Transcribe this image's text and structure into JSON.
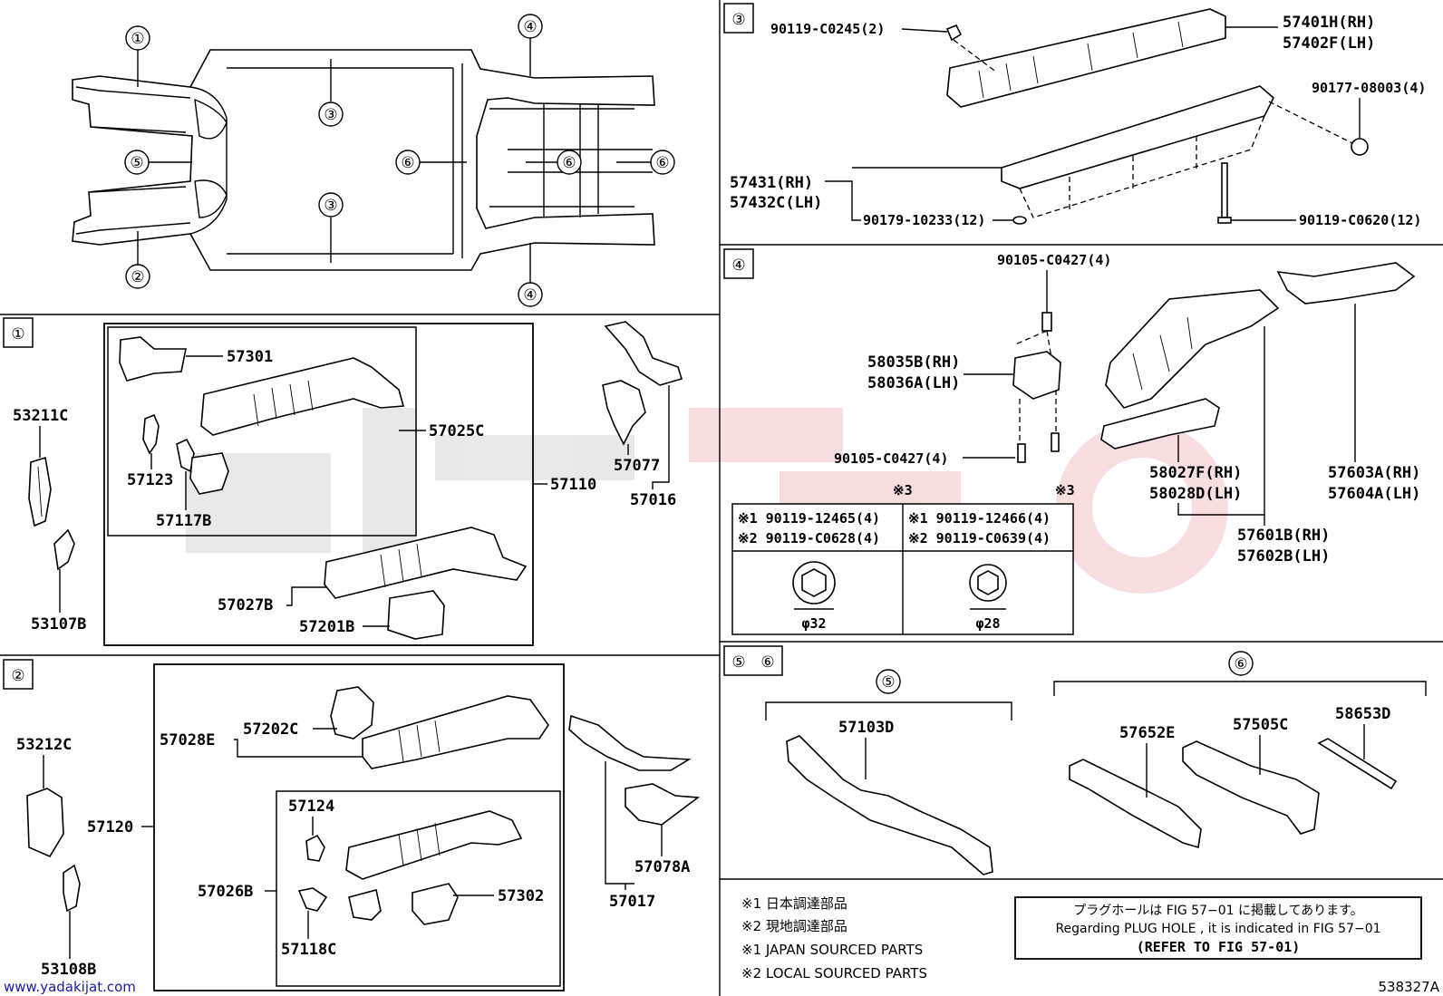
{
  "section_labels": {
    "s1": "①",
    "s2": "②",
    "s3": "③",
    "s4": "④",
    "s5": "⑤",
    "s6": "⑥"
  },
  "overview": {
    "c1": "①",
    "c2": "②",
    "c3a": "③",
    "c3b": "③",
    "c4a": "④",
    "c4b": "④",
    "c5": "⑤",
    "c6a": "⑥",
    "c6b": "⑥",
    "c6c": "⑥"
  },
  "section1": {
    "p53211C": "53211C",
    "p53107B": "53107B",
    "p57301": "57301",
    "p57025C": "57025C",
    "p57123": "57123",
    "p57117B": "57117B",
    "p57110": "57110",
    "p57077": "57077",
    "p57016": "57016",
    "p57027B": "57027B",
    "p57201B": "57201B"
  },
  "section2": {
    "p53212C": "53212C",
    "p53108B": "53108B",
    "p57120": "57120",
    "p57028E": "57028E",
    "p57202C": "57202C",
    "p57124": "57124",
    "p57026B": "57026B",
    "p57118C": "57118C",
    "p57302": "57302",
    "p57078A": "57078A",
    "p57017": "57017"
  },
  "section3": {
    "bolt1": "90119-C0245(2)",
    "rh1": "57401H(RH)",
    "lh1": "57402F(LH)",
    "nut": "90177-08003(4)",
    "rh2": "57431(RH)",
    "lh2": "57432C(LH)",
    "washer": "90179-10233(12)",
    "bolt2": "90119-C0620(12)"
  },
  "section4": {
    "bolt_top": "90105-C0427(4)",
    "rh_a": "58035B(RH)",
    "lh_a": "58036A(LH)",
    "bolt_mid": "90105-C0427(4)",
    "ref3a": "※3",
    "ref3b": "※3",
    "rh_b": "58027F(RH)",
    "lh_b": "58028D(LH)",
    "rh_c": "57603A(RH)",
    "lh_c": "57604A(LH)",
    "rh_d": "57601B(RH)",
    "lh_d": "57602B(LH)",
    "table": {
      "c1r1": "※1 90119-12465(4)",
      "c1r2": "※2 90119-C0628(4)",
      "c2r1": "※1 90119-12466(4)",
      "c2r2": "※2 90119-C0639(4)",
      "d1": "φ32",
      "d2": "φ28"
    }
  },
  "section56": {
    "g5": "⑤",
    "g6": "⑥",
    "p57103D": "57103D",
    "p57652E": "57652E",
    "p57505C": "57505C",
    "p58653D": "58653D"
  },
  "notes": {
    "n1": "※1  日本調達部品",
    "n2": "※2  現地調達部品",
    "n3": "※1  JAPAN SOURCED PARTS",
    "n4": "※2  LOCAL SOURCED PARTS",
    "box1": "プラグホールは FIG 57−01 に掲載してあります。",
    "box2": "Regarding  PLUG  HOLE , it is indicated in  FIG  57−01",
    "box3": "(REFER  TO  FIG  57-01)"
  },
  "watermark": "www.yadakijat.com",
  "figure_code": "538327A"
}
